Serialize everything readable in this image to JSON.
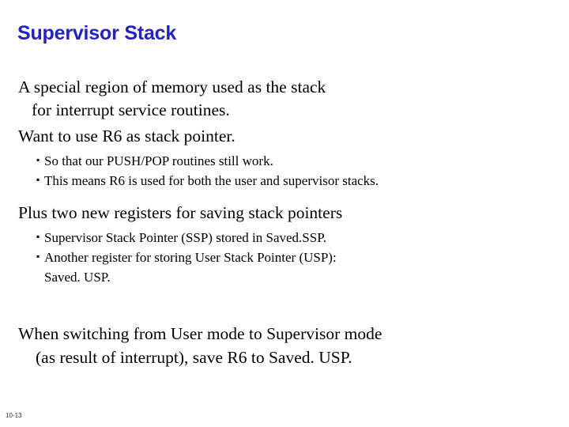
{
  "slide": {
    "title": "Supervisor Stack",
    "title_color": "#2222cc",
    "background_color": "#ffffff",
    "text_color": "#000000",
    "page_number": "10-13",
    "page_number_color": "#4a2424",
    "bullet_glyph": "▪"
  },
  "body": {
    "para1": {
      "line1": "A special region of memory used as the stack",
      "line2": "for interrupt service routines."
    },
    "para2": {
      "line1": "Want to use R6 as stack pointer."
    },
    "bullets1": [
      {
        "text": "So that our PUSH/POP routines still work."
      },
      {
        "text": "This means R6 is used for both the user and supervisor stacks."
      }
    ],
    "para3": {
      "line1": "Plus two new registers for saving stack pointers"
    },
    "bullets2": [
      {
        "text": "Supervisor Stack Pointer (SSP) stored in Saved.SSP.",
        "cont": ""
      },
      {
        "text": "Another register for storing User Stack Pointer (USP):",
        "cont": "Saved. USP."
      }
    ],
    "para4": {
      "line1": "When switching from User mode to Supervisor mode",
      "line2": "(as result of interrupt), save R6 to Saved. USP."
    }
  }
}
